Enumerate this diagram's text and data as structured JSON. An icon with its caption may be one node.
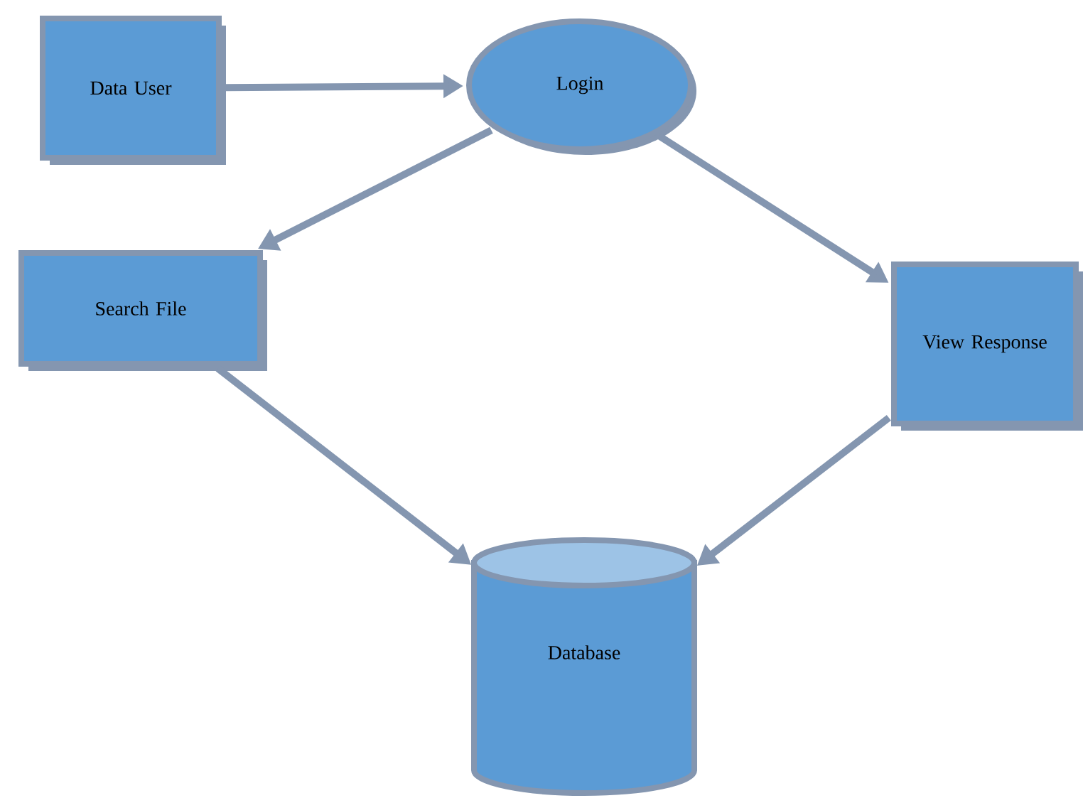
{
  "diagram": {
    "nodes": [
      {
        "text": [
          "Data User"
        ]
      },
      {
        "text": [
          "Login"
        ]
      },
      {
        "text": [
          "Search File"
        ]
      },
      {
        "text": [
          "View Response"
        ]
      },
      {
        "text": [
          "Database"
        ]
      }
    ],
    "edges": [
      {
        "from": 0,
        "to": 1,
        "arrow": "to"
      },
      {
        "from": 1,
        "to": 2,
        "arrow": "to"
      },
      {
        "from": 1,
        "to": 3,
        "arrow": "to"
      },
      {
        "from": 2,
        "to": 4,
        "arrow": "to"
      },
      {
        "from": 3,
        "to": 4,
        "arrow": "to"
      }
    ]
  }
}
